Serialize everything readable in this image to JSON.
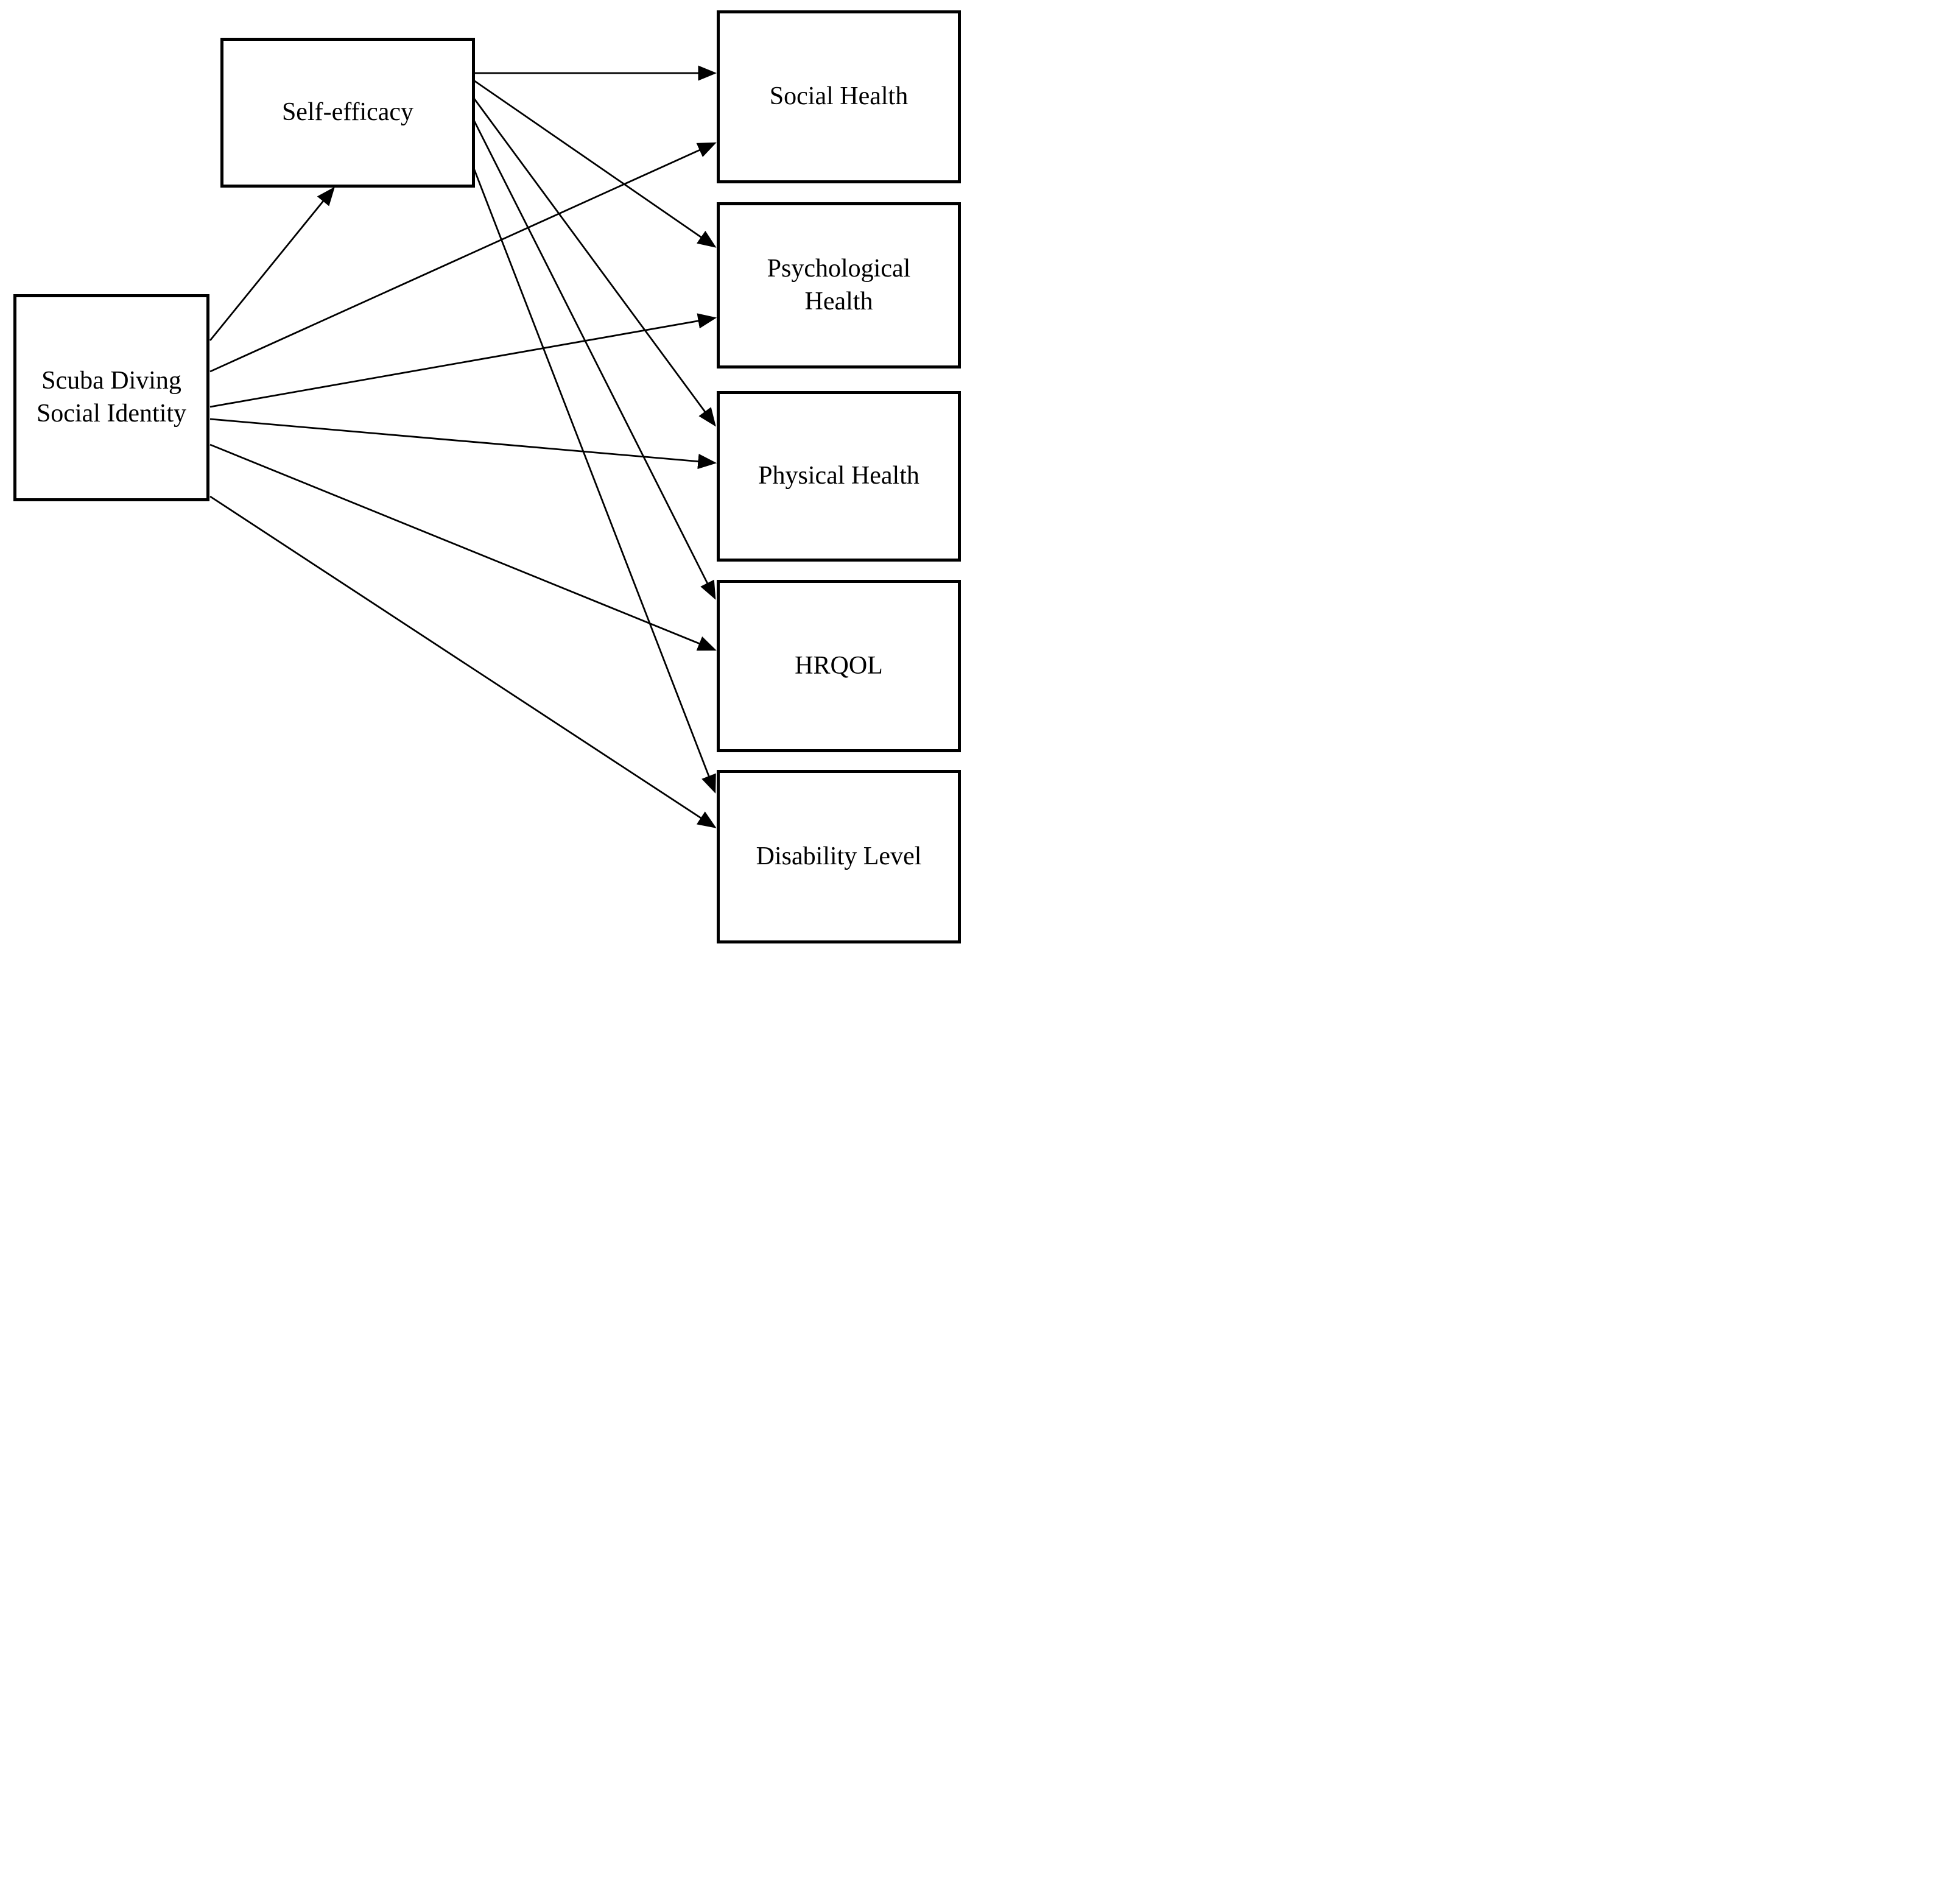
{
  "figure": {
    "background_color": "#ffffff",
    "stroke_color": "#000000",
    "nodes": [
      {
        "id": "sdsi",
        "label": "Scuba Diving Social Identity"
      },
      {
        "id": "se",
        "label": "Self-efficacy"
      },
      {
        "id": "social",
        "label": "Social Health"
      },
      {
        "id": "psych",
        "label": "Psychological Health"
      },
      {
        "id": "physical",
        "label": "Physical Health"
      },
      {
        "id": "hrqol",
        "label": "HRQOL"
      },
      {
        "id": "disability",
        "label": "Disability Level"
      }
    ],
    "edges": [
      {
        "from": "sdsi",
        "to": "se"
      },
      {
        "from": "sdsi",
        "to": "social"
      },
      {
        "from": "sdsi",
        "to": "psych"
      },
      {
        "from": "sdsi",
        "to": "physical"
      },
      {
        "from": "sdsi",
        "to": "hrqol"
      },
      {
        "from": "sdsi",
        "to": "disability"
      },
      {
        "from": "se",
        "to": "social"
      },
      {
        "from": "se",
        "to": "psych"
      },
      {
        "from": "se",
        "to": "physical"
      },
      {
        "from": "se",
        "to": "hrqol"
      },
      {
        "from": "se",
        "to": "disability"
      }
    ]
  }
}
